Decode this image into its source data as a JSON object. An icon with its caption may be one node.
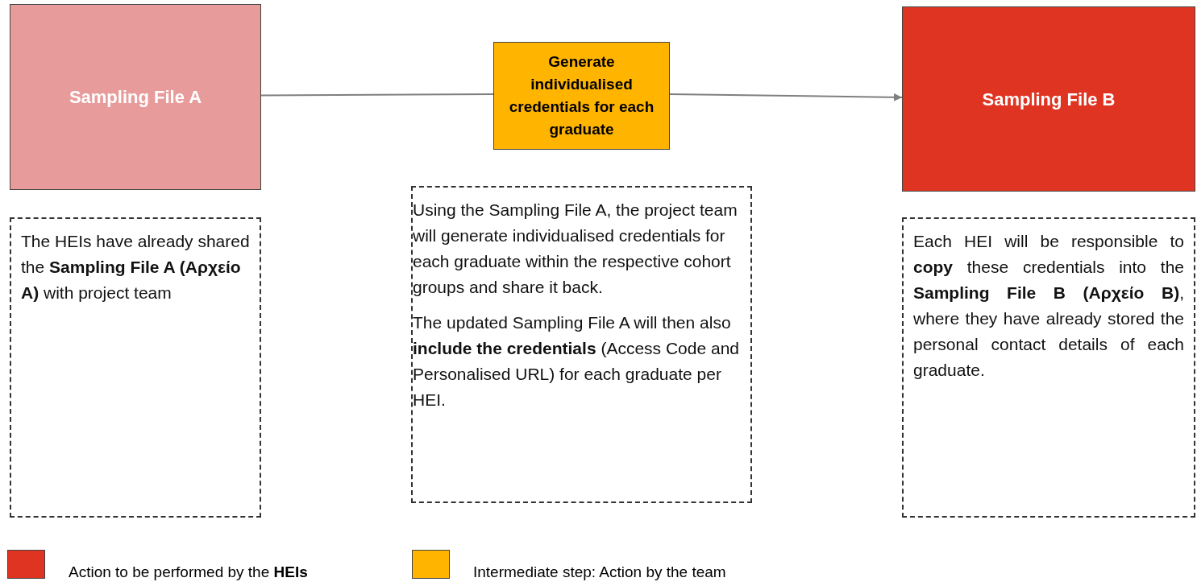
{
  "diagram": {
    "nodes": [
      {
        "text": [
          "Sampling File A"
        ]
      },
      {
        "text": [
          "Generate individualised credentials for each graduate"
        ]
      },
      {
        "text": [
          "Sampling File B"
        ]
      },
      {
        "text": [
          "The HEIs have already shared the **Sampling File A (Αρχείο A)** with project team"
        ]
      },
      {
        "text": [
          "Using the Sampling File A, the project team will generate individualised credentials for each graduate within the respective cohort groups and share it back.",
          "The updated Sampling File A will then also **include the credentials** (Access Code and Personalised URL) for each graduate per HEI."
        ]
      },
      {
        "text": [
          "Each HEI will be responsible to **copy** these credentials into the **Sampling File B (Αρχείο B)**, where they have already stored the personal contact details of each graduate."
        ]
      }
    ],
    "edges": [
      {
        "from": 0,
        "to": 1,
        "arrow": "none"
      },
      {
        "from": 1,
        "to": 2,
        "arrow": "to"
      }
    ],
    "legend": [
      {
        "text": "Action to be performed by the **HEIs**",
        "color": "#e03423"
      },
      {
        "text": "Intermediate step: Action by the team",
        "color": "#ffb400"
      }
    ]
  }
}
